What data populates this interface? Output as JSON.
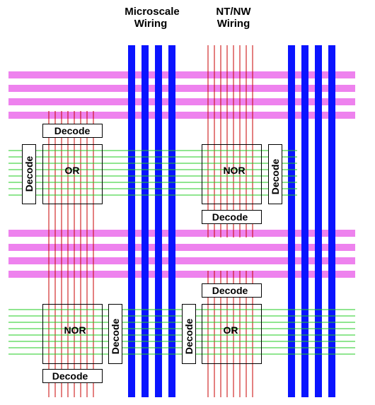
{
  "header": {
    "microscale_line1": "Microscale",
    "microscale_line2": "Wiring",
    "ntnw_line1": "NT/NW",
    "ntnw_line2": "Wiring"
  },
  "blocks": {
    "top_left_decode": "Decode",
    "top_left_side_decode": "Decode",
    "top_left_or": "OR",
    "top_right_nor": "NOR",
    "top_right_side_decode": "Decode",
    "top_right_bottom_decode": "Decode",
    "bottom_right_top_decode": "Decode",
    "bottom_right_side_decode": "Decode",
    "bottom_right_or": "OR",
    "bottom_left_nor": "NOR",
    "bottom_left_side_decode": "Decode",
    "bottom_left_decode": "Decode"
  },
  "colors": {
    "microscale_wire": "#0a14ff",
    "horizontal_bus": "#ee82ee",
    "nanowire_vertical": "#c80000",
    "nanowire_horizontal": "#22cc22",
    "outline": "#000000"
  }
}
